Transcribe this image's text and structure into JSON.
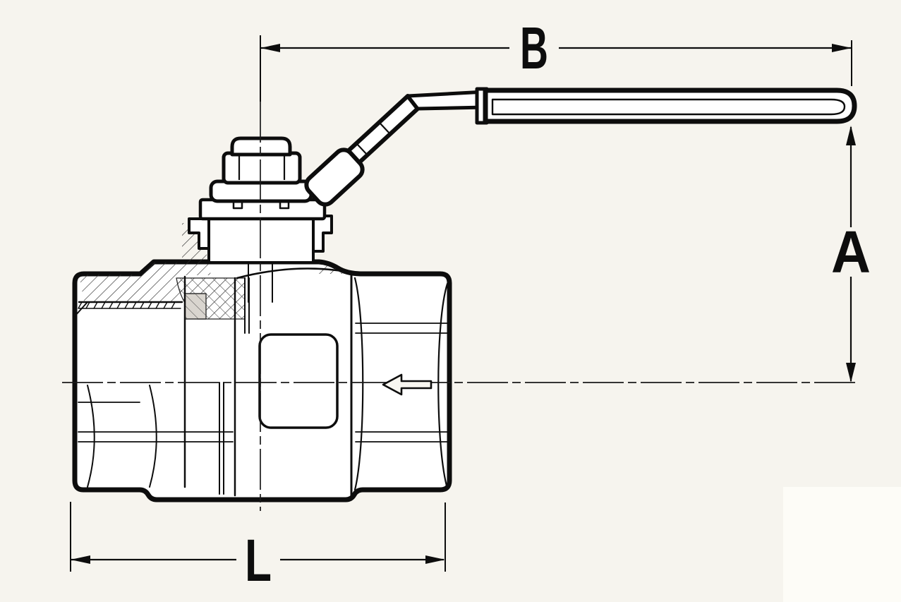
{
  "figure": {
    "type": "technical-line-drawing",
    "subject": "two-piece ball valve, half-section side view with lever handle",
    "background_color": "#f6f4ee",
    "line_color": "#0d0d0d",
    "paper_white": "#ffffff"
  },
  "dimensions": {
    "top_width": {
      "label": "B"
    },
    "right_height": {
      "label": "A"
    },
    "bottom_length": {
      "label": "L"
    }
  },
  "flow_arrow": {
    "direction": "left"
  }
}
